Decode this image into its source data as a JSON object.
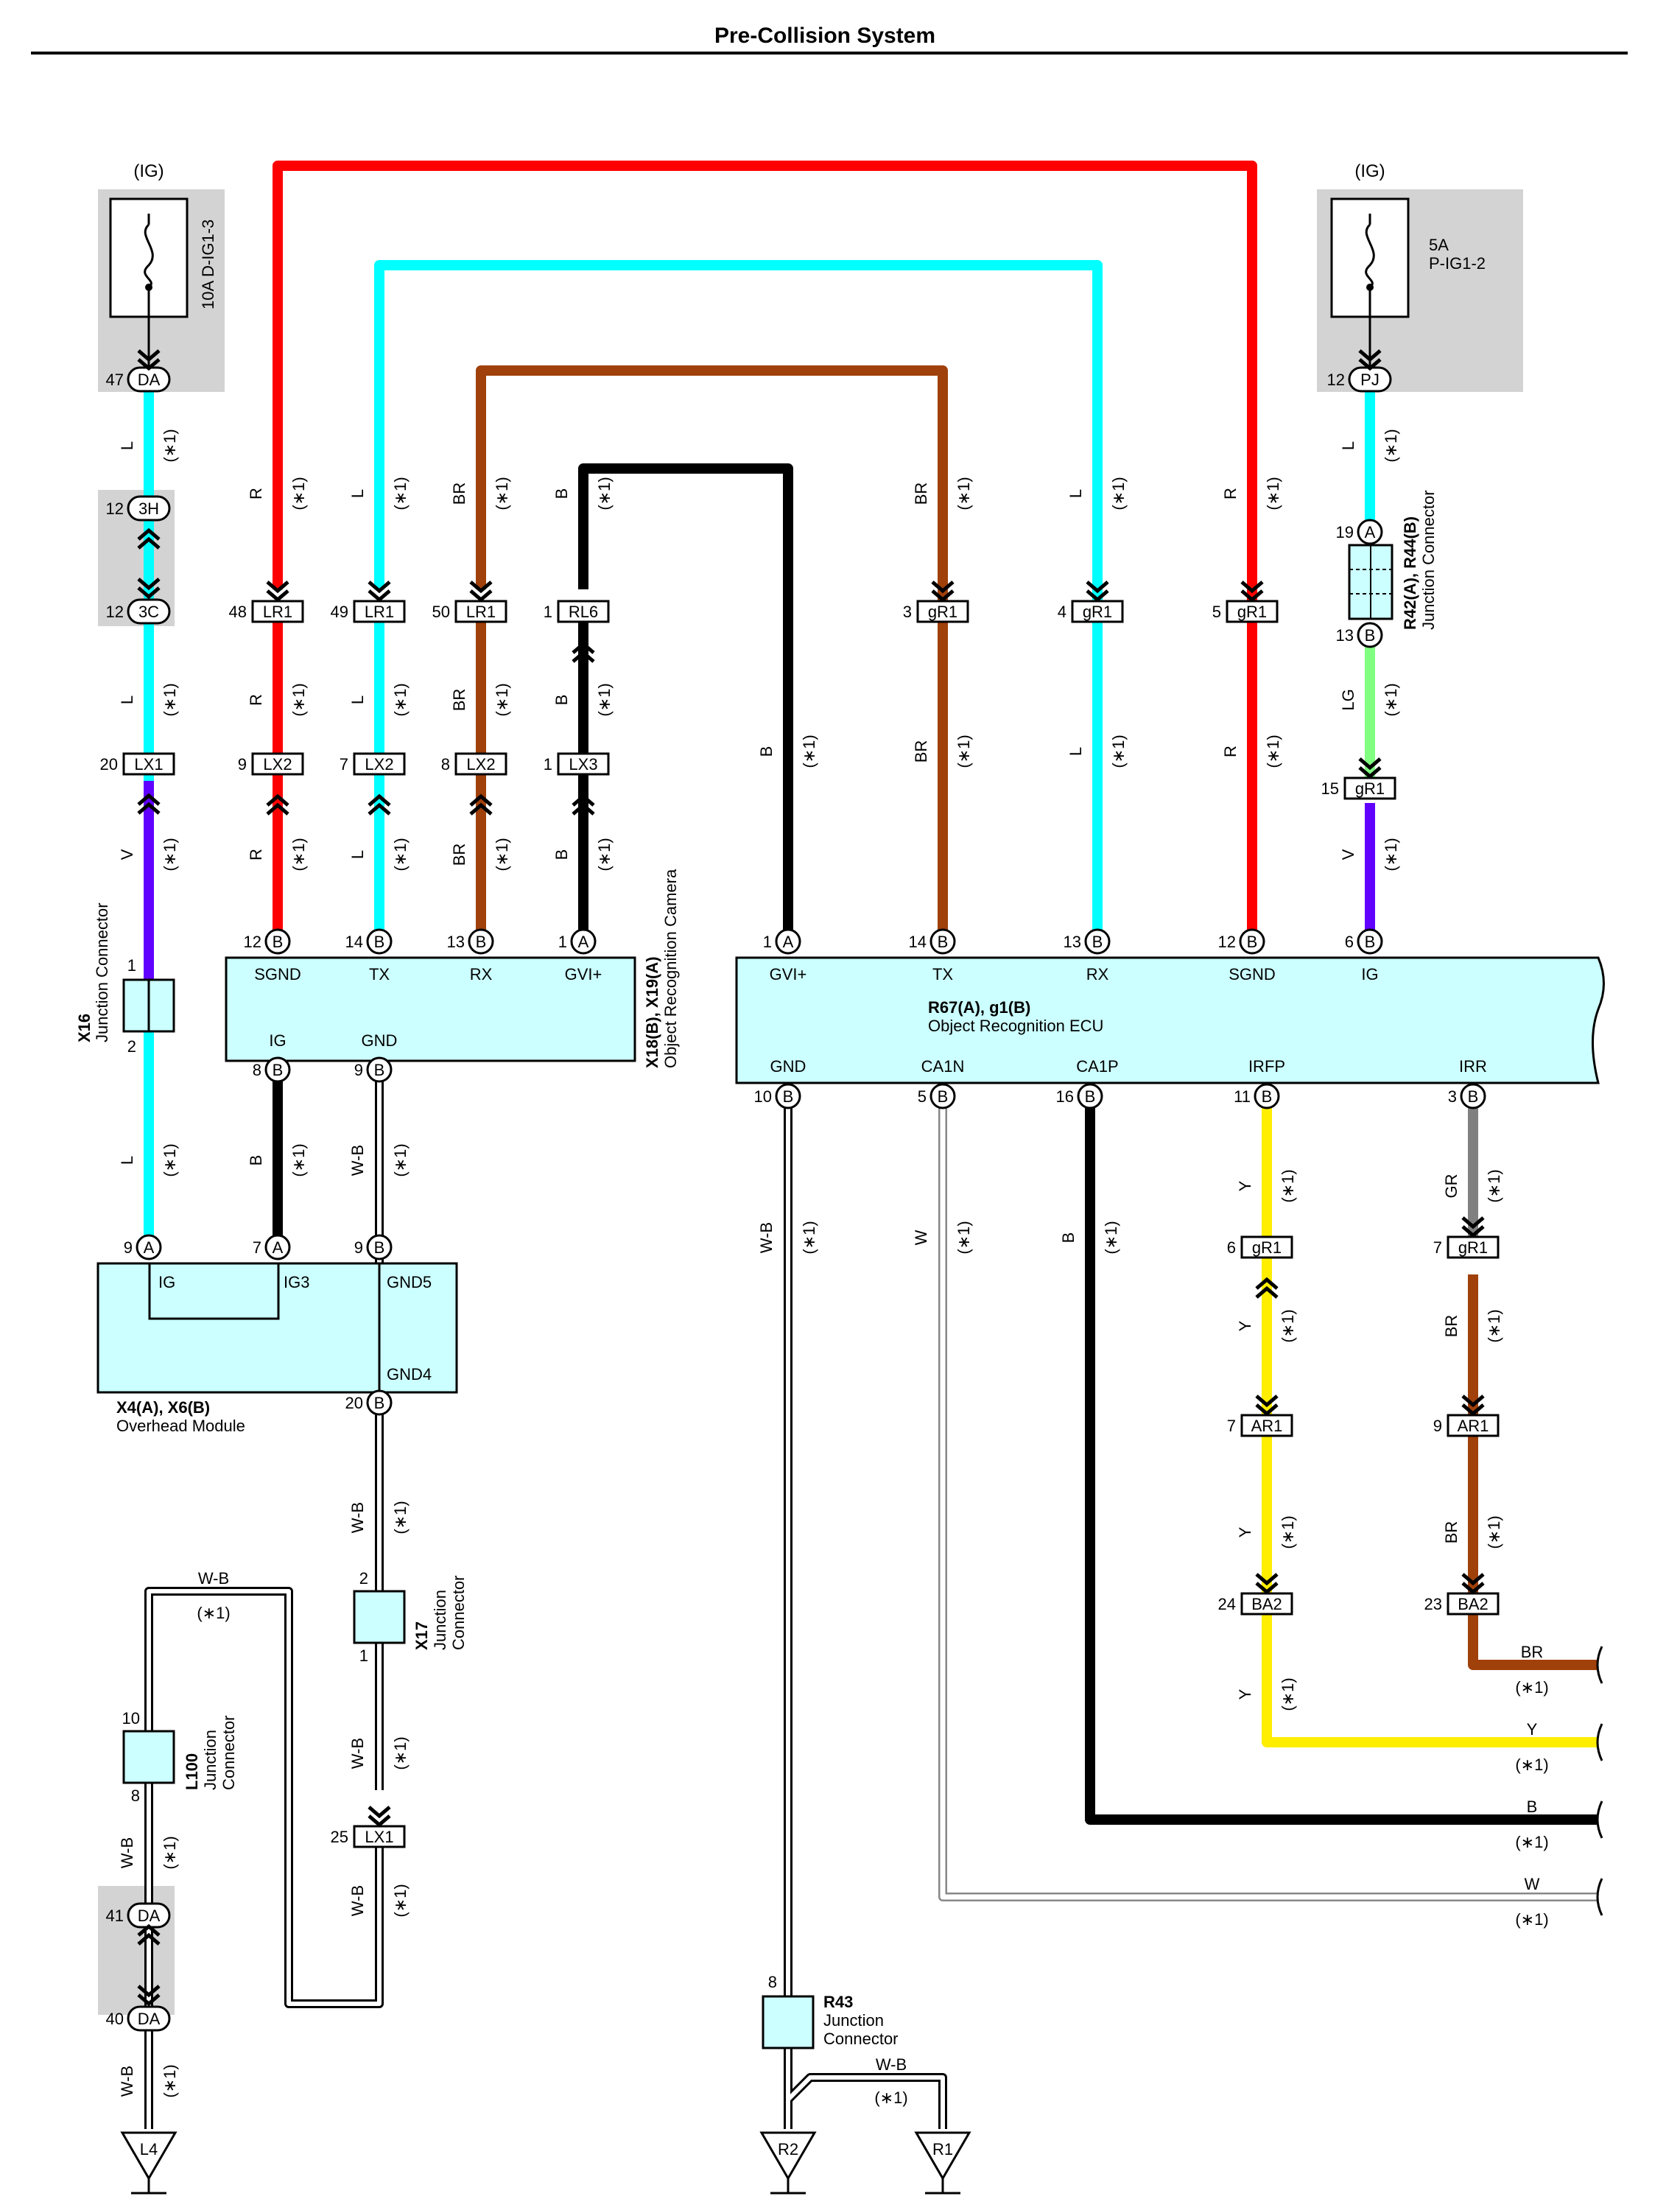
{
  "title": "Pre-Collision System",
  "colors": {
    "R": "#ff0000",
    "L": "#00ffff",
    "BR": "#a0400a",
    "B": "#000000",
    "LG": "#80ff80",
    "V": "#6000ff",
    "Y": "#ffee00",
    "GR": "#808080",
    "component_fill": "#ccffff",
    "fuse_bg": "#d3d3d3"
  },
  "note_mark": "(∗1)",
  "power_left": {
    "label": "(IG)",
    "fuse": "10A D-IG1-3"
  },
  "power_right": {
    "label": "(IG)",
    "fuse_line1": "5A",
    "fuse_line2": "P-IG1-2"
  },
  "components": {
    "camera": {
      "id": "X18(B), X19(A)",
      "name": "Object Recognition Camera",
      "pins": [
        "SGND",
        "TX",
        "RX",
        "GVI+",
        "IG",
        "GND"
      ]
    },
    "ecu": {
      "id": "R67(A), g1(B)",
      "name": "Object Recognition ECU",
      "pins": [
        "GVI+",
        "TX",
        "RX",
        "SGND",
        "IG",
        "GND",
        "CA1N",
        "CA1P",
        "IRFP",
        "IRR"
      ]
    },
    "overhead": {
      "id": "X4(A), X6(B)",
      "name": "Overhead Module",
      "pins": [
        "IG",
        "IG3",
        "GND5",
        "GND4"
      ]
    },
    "x16": {
      "id": "X16",
      "name": "Junction Connector"
    },
    "x17": {
      "id": "X17",
      "name_line1": "Junction",
      "name_line2": "Connector"
    },
    "l100": {
      "id": "L100",
      "name_line1": "Junction",
      "name_line2": "Connector"
    },
    "r43": {
      "id": "R43",
      "name_line1": "Junction",
      "name_line2": "Connector"
    },
    "r42": {
      "id": "R42(A), R44(B)",
      "name": "Junction Connector"
    }
  },
  "connectors": {
    "DA": "DA",
    "3H": "3H",
    "3C": "3C",
    "LX1": "LX1",
    "LR1": "LR1",
    "RL6": "RL6",
    "gR1": "gR1",
    "LX2": "LX2",
    "LX3": "LX3",
    "PJ": "PJ",
    "AR1": "AR1",
    "BA2": "BA2"
  },
  "pin_letters": {
    "A": "A",
    "B": "B"
  },
  "pin_numbers": [
    "47",
    "12",
    "12",
    "20",
    "48",
    "49",
    "50",
    "1",
    "3",
    "4",
    "5",
    "9",
    "7",
    "8",
    "1",
    "12",
    "14",
    "13",
    "1",
    "1",
    "14",
    "13",
    "12",
    "6",
    "19",
    "13",
    "15",
    "12",
    "8",
    "9",
    "10",
    "5",
    "16",
    "11",
    "3",
    "9",
    "7",
    "9",
    "20",
    "6",
    "7",
    "7",
    "9",
    "24",
    "23",
    "1",
    "2",
    "2",
    "1",
    "25",
    "10",
    "8",
    "41",
    "40",
    "8"
  ],
  "wire_codes": [
    "R",
    "L",
    "BR",
    "B",
    "LG",
    "V",
    "Y",
    "GR",
    "W",
    "W-B"
  ],
  "grounds": [
    "L4",
    "R2",
    "R1"
  ]
}
